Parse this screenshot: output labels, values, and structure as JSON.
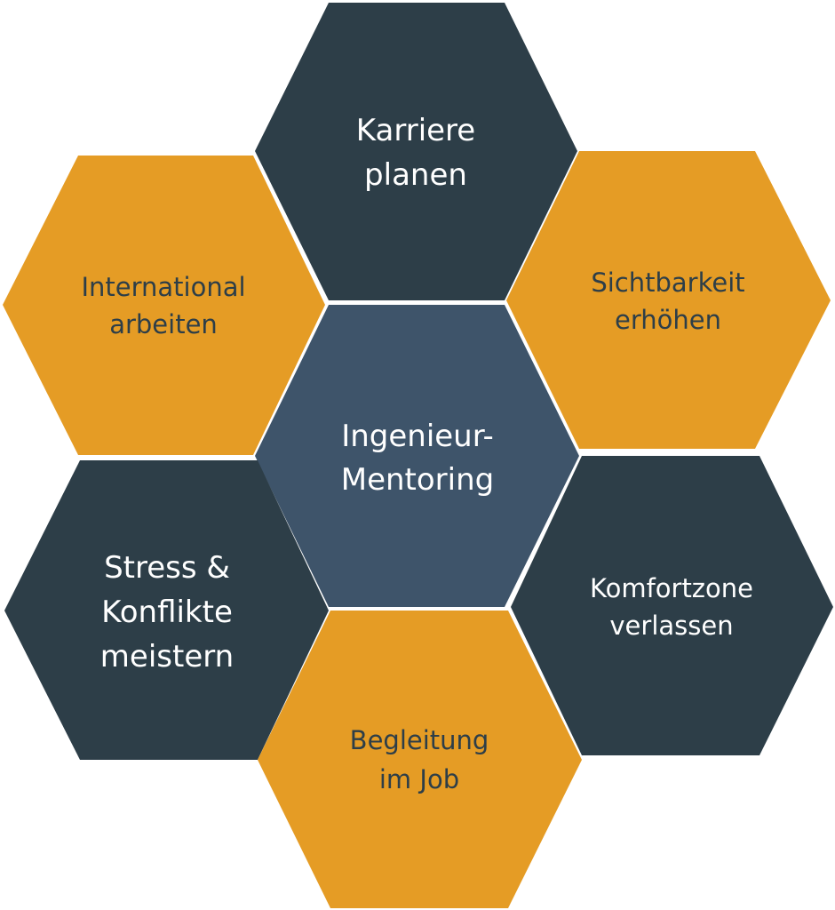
{
  "diagram": {
    "colors": {
      "dark": "#2d3e48",
      "orange": "#e59c25",
      "center": "#3e546a"
    },
    "center": {
      "lines": [
        "Ingenieur-",
        "Mentoring"
      ]
    },
    "hexagons": [
      {
        "id": "top",
        "lines": [
          "Karriere",
          "planen"
        ]
      },
      {
        "id": "upper-left",
        "lines": [
          "International",
          "arbeiten"
        ]
      },
      {
        "id": "upper-right",
        "lines": [
          "Sichtbarkeit",
          "erhöhen"
        ]
      },
      {
        "id": "lower-left",
        "lines": [
          "Stress &",
          "Konflikte",
          "meistern"
        ]
      },
      {
        "id": "lower-right",
        "lines": [
          "Komfortzone",
          "verlassen"
        ]
      },
      {
        "id": "bottom",
        "lines": [
          "Begleitung",
          "im Job"
        ]
      }
    ]
  }
}
